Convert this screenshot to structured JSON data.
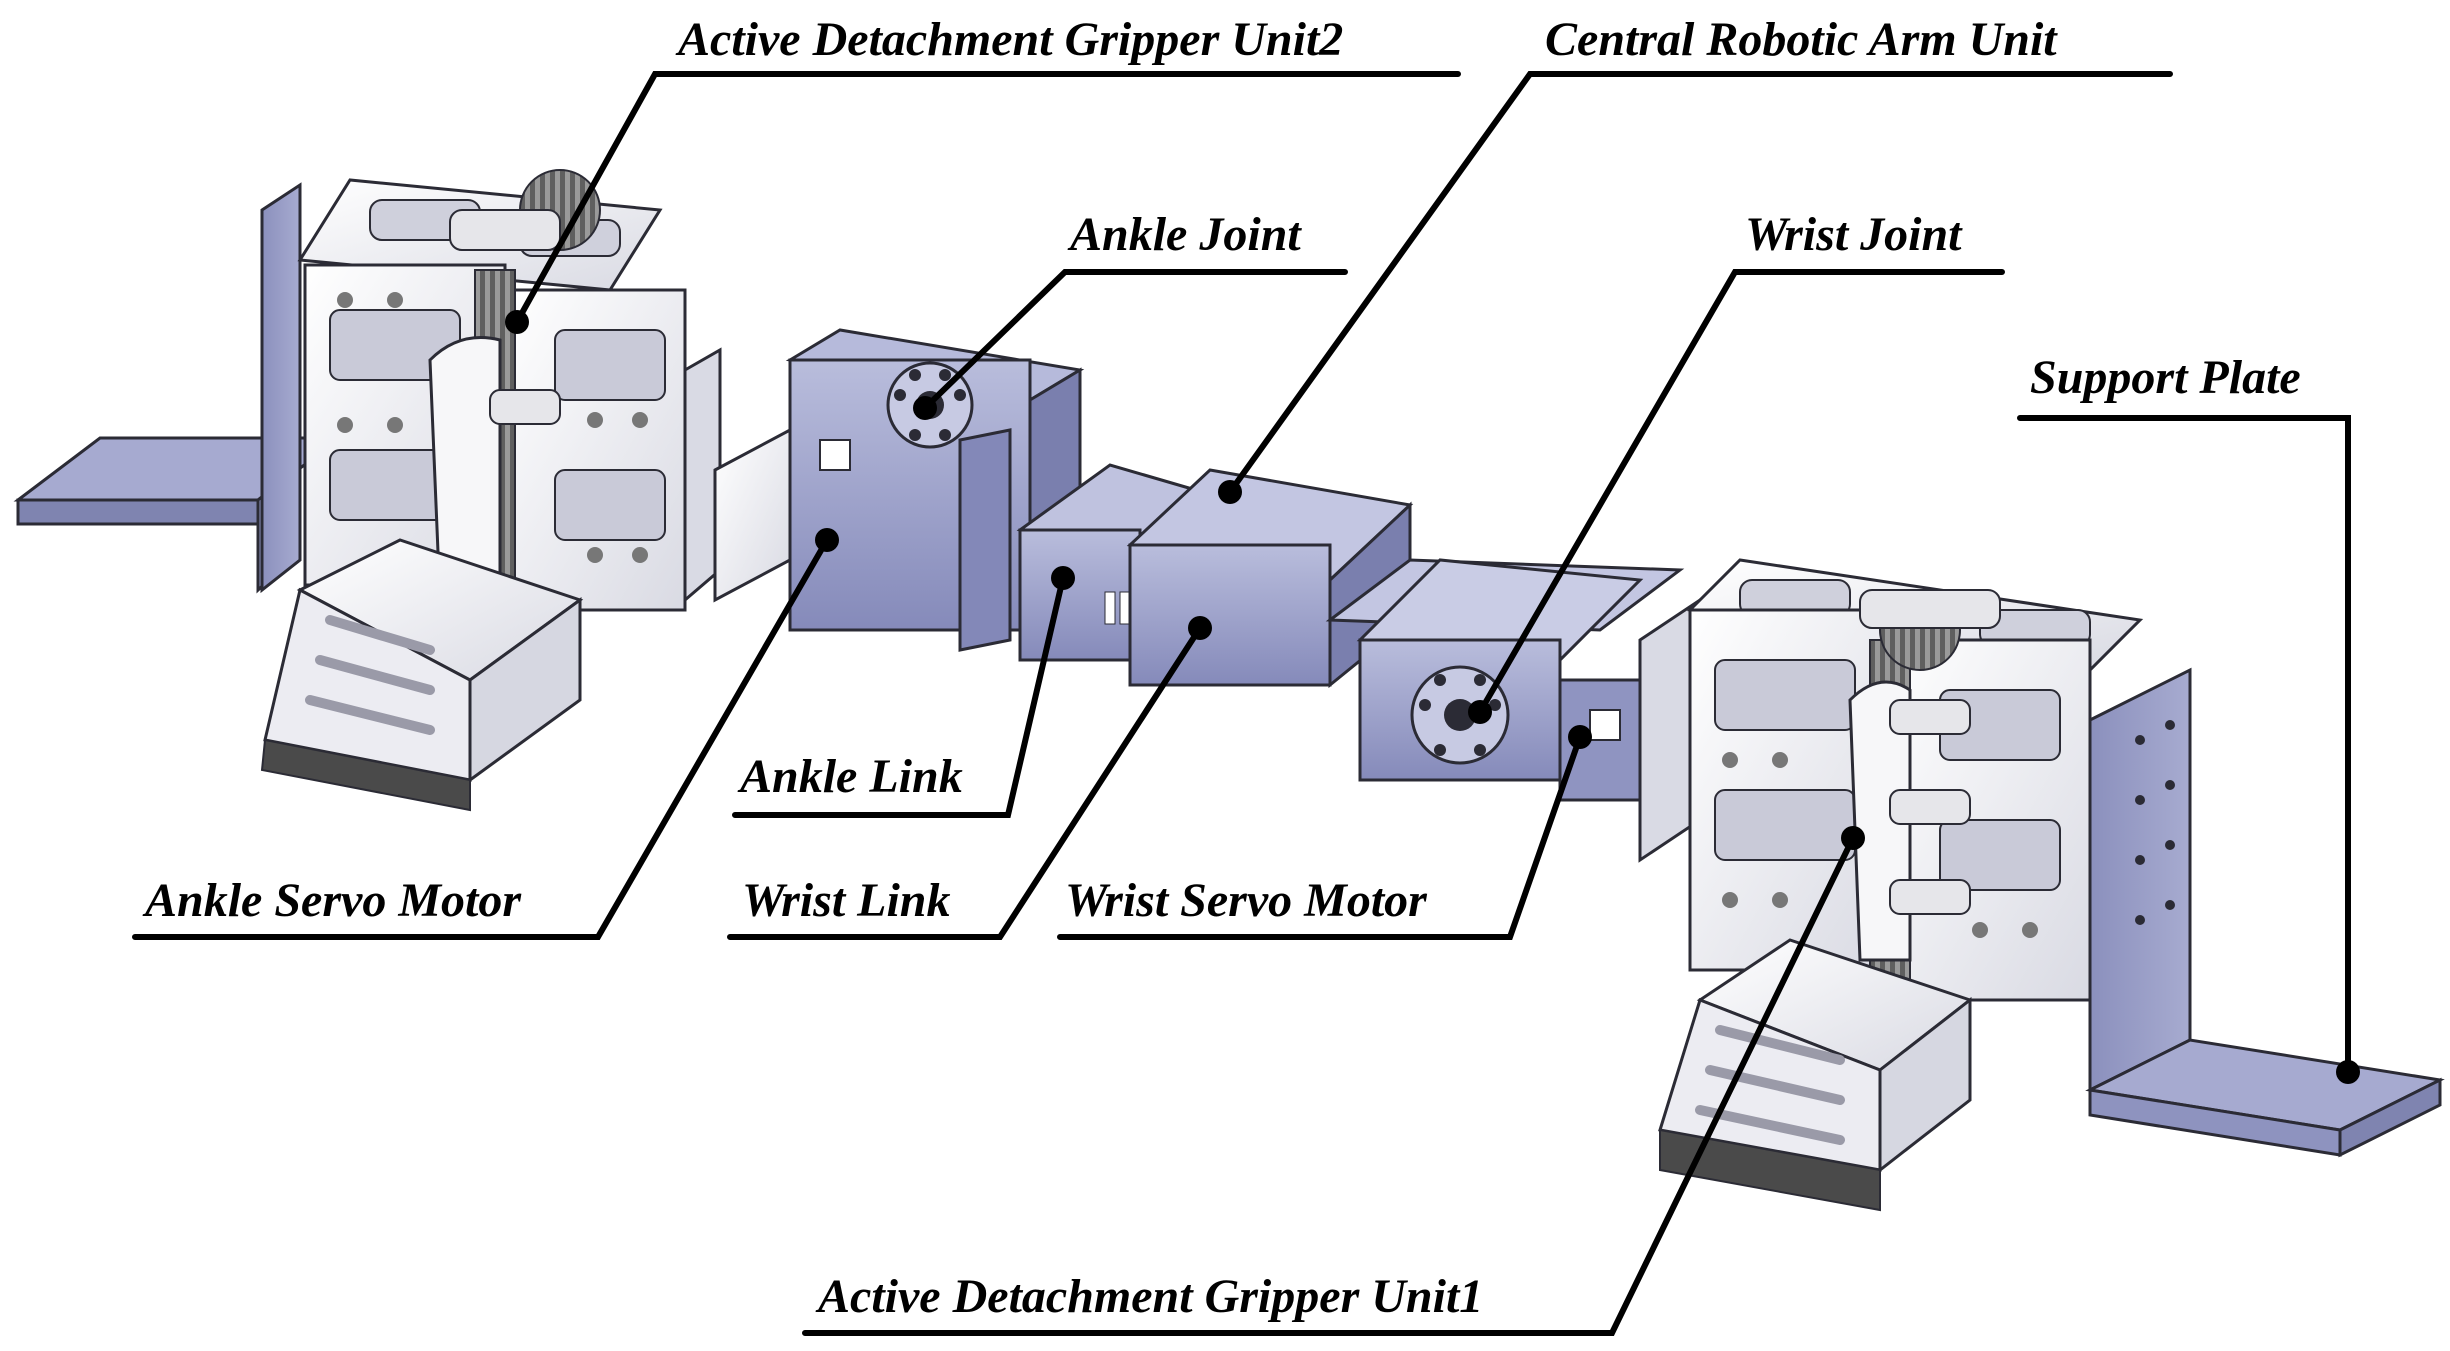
{
  "figure": {
    "labels": {
      "gripper2": "Active Detachment Gripper Unit2",
      "central_arm": "Central Robotic Arm Unit",
      "ankle_joint": "Ankle Joint",
      "wrist_joint": "Wrist Joint",
      "support_plate": "Support Plate",
      "ankle_link": "Ankle Link",
      "ankle_servo": "Ankle Servo Motor",
      "wrist_link": "Wrist Link",
      "wrist_servo": "Wrist Servo Motor",
      "gripper1": "Active Detachment Gripper Unit1"
    },
    "colors": {
      "metal_blue": "#9a9fc6",
      "metal_blue_dark": "#6e7299",
      "metal_light": "#e9eaf2",
      "white_part": "#f4f4f6",
      "gear_gray": "#8d8d8d",
      "pad_dark": "#4a4a4a",
      "outline": "#2b2b35"
    }
  }
}
